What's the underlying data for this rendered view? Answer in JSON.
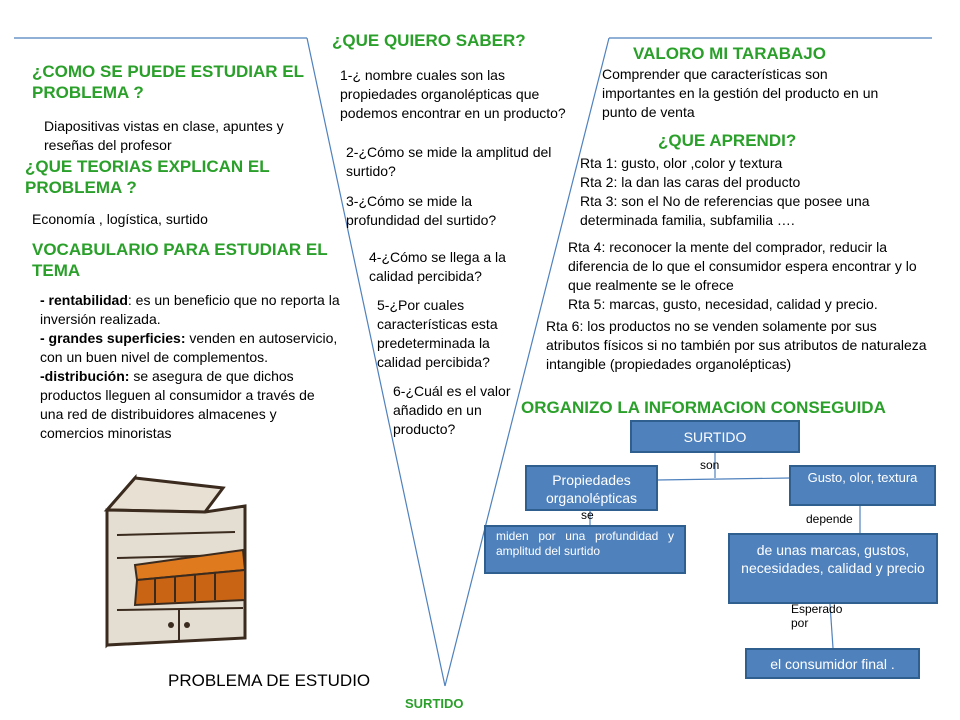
{
  "left": {
    "how_title": "¿COMO SE PUEDE ESTUDIAR EL PROBLEMA ?",
    "how_text": "Diapositivas vistas en clase, apuntes y reseñas del profesor",
    "theories_title": "¿QUE TEORIAS EXPLICAN EL PROBLEMA ?",
    "theories_text": "Economía , logística, surtido",
    "vocab_title": "VOCABULARIO PARA ESTUDIAR EL TEMA",
    "vocab": [
      {
        "term": "- rentabilidad",
        "sep": ":",
        "def": " es un beneficio que no reporta la inversión realizada."
      },
      {
        "term": "- grandes superficies:",
        "sep": "",
        "def": " venden en autoservicio, con un buen nivel de complementos."
      },
      {
        "term": "-distribución:",
        "sep": "",
        "def": " se asegura de que dichos productos lleguen al consumidor a través de una red de distribuidores almacenes y comercios minoristas"
      }
    ],
    "problem_label": "PROBLEMA DE ESTUDIO"
  },
  "center": {
    "title": "¿QUE QUIERO SABER?",
    "questions": [
      "1-¿ nombre cuales son las propiedades organolépticas que podemos encontrar en un producto?",
      "2-¿Cómo se mide la amplitud del surtido?",
      "3-¿Cómo se mide la profundidad del surtido?",
      "4-¿Cómo se llega a la calidad percibida?",
      "5-¿Por cuales características esta predeterminada la calidad percibida?",
      "6-¿Cuál es el valor añadido en un producto?"
    ],
    "bottom_label": "SURTIDO"
  },
  "right": {
    "value_title": "VALORO MI TARABAJO",
    "value_text": "Comprender que características son importantes en la gestión del producto en un punto de venta",
    "learned_title": "¿QUE APRENDI?",
    "answers_a": "Rta 1: gusto, olor ,color y textura\nRta 2: la dan las caras del producto\nRta 3: son el No de referencias que posee una determinada familia, subfamilia ….",
    "answers_b": "Rta 4: reconocer la mente del comprador, reducir la diferencia de lo que el consumidor espera encontrar y lo que realmente se le ofrece\nRta 5: marcas, gusto, necesidad, calidad y precio.",
    "answers_c": "Rta 6: los productos no se venden solamente por sus atributos físicos si no también por sus atributos de naturaleza intangible (propiedades organolépticas)",
    "organize_title": "ORGANIZO LA INFORMACION CONSEGUIDA"
  },
  "map": {
    "surtido": "SURTIDO",
    "son": "son",
    "propiedades": "Propiedades organolépticas",
    "se": "se",
    "miden": "miden por una profundidad y amplitud del surtido",
    "gusto": "Gusto, olor, textura",
    "depende": "depende",
    "marcas": "de unas marcas, gustos, necesidades, calidad y precio",
    "esperado": "Esperado por",
    "consumidor": "el consumidor final ."
  },
  "colors": {
    "heading": "#2aa02a",
    "box_fill": "#4f81bd",
    "box_border": "#2f5f8f",
    "v_line": "#4f81bd"
  }
}
